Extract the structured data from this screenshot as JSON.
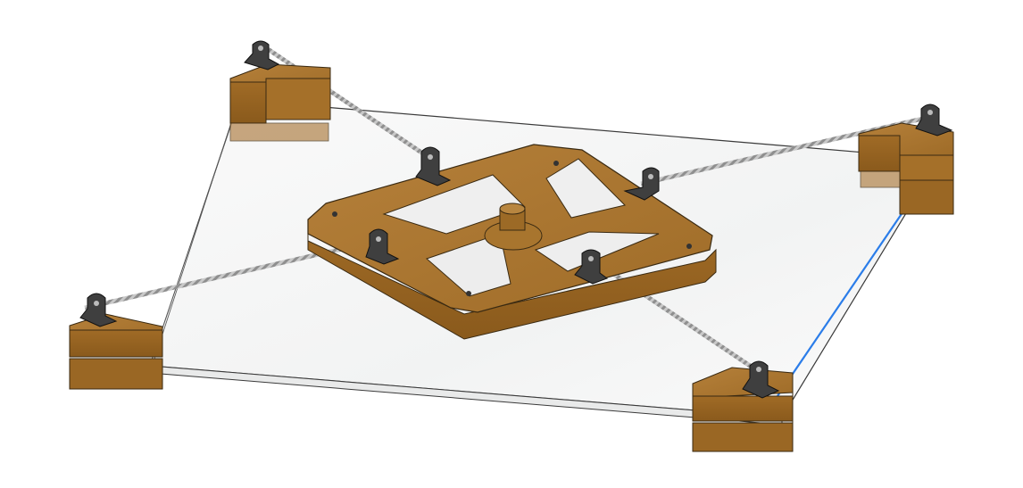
{
  "viewport": {
    "background": "#ffffff",
    "view_mode": "3d-cad-shaded-with-edges",
    "selection_highlight_color": "#2b7de9"
  },
  "model": {
    "components": [
      {
        "name": "glass-plate",
        "color": "#f4f5f5"
      },
      {
        "name": "center-hub",
        "color": "#a8752e"
      },
      {
        "name": "corner-block",
        "count": 4,
        "color": "#ad7a33"
      },
      {
        "name": "angle-bracket",
        "count": 8,
        "color": "#3f3f3f"
      },
      {
        "name": "wire-rope",
        "count": 4,
        "color": "#bdbdbd"
      },
      {
        "name": "center-post",
        "color": "#a8752e"
      }
    ],
    "selected_edge": "glass-plate-right-edge"
  }
}
